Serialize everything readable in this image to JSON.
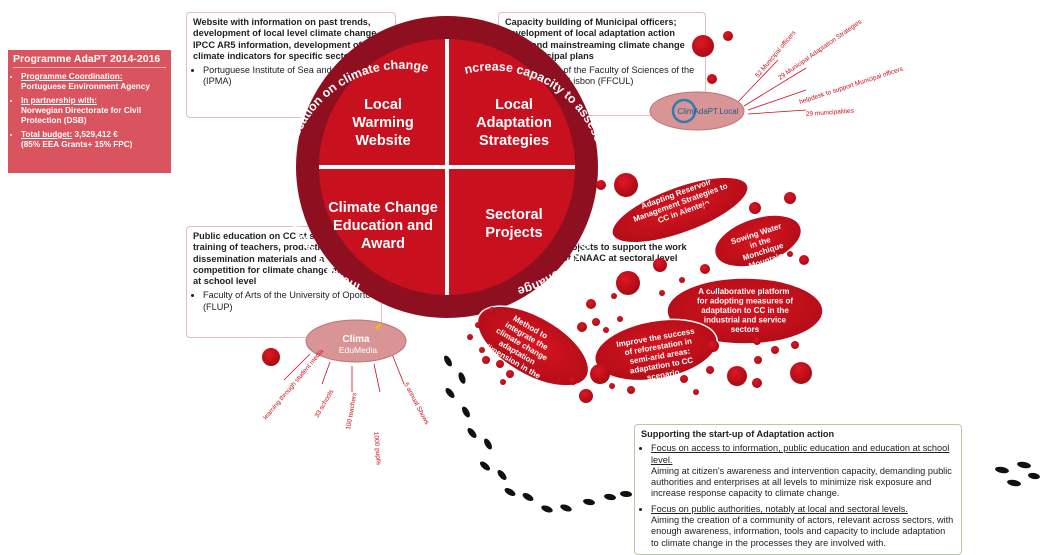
{
  "programme": {
    "title": "Programme AdaPT 2014-2016",
    "coordination_label": "Programme Coordination:",
    "coordination_value": "Portuguese Environment Agency",
    "partnership_label": "In partnership with:",
    "partnership_value": "Norwegian Directorate for Civil Protection (DSB)",
    "budget_label": "Total budget:",
    "budget_value": " 3,529,412 €",
    "budget_note": "(85% EEA Grants+ 15% FPC)"
  },
  "quadrants": {
    "q1": [
      "Local",
      "Warming",
      "Website"
    ],
    "q2": [
      "Local",
      "Adaptation",
      "Strategies"
    ],
    "q3": [
      "Climate Change",
      "Education and",
      "Award"
    ],
    "q4": [
      "Sectoral",
      "Projects"
    ]
  },
  "ring": {
    "left_text": "Increase awareness of and education on climate change",
    "right_text": "Increase capacity to assess vulnerability to climate change"
  },
  "boxes": {
    "website": {
      "title": "Website with information on past trends, development of local level climate change IPCC AR5 information, development of climate indicators for specific sectors",
      "item": "Portuguese Institute of Sea and Atmosphere (IPMA)"
    },
    "capacity": {
      "title": "Capacity building of Municipal officers; development of local adaptation action plans and mainstreaming climate change into municipal plans",
      "item": "Foundation of the Faculty of Sciences of the University of Lisbon (FFCUL)"
    },
    "education": {
      "title": "Public education on CC at school level, training of teachers, production of dissemination materials and a competition for climate change measures at school level",
      "item": "Faculty of Arts of the University of Oporto (FLUP)"
    },
    "projects": "Projects to support the work of ENAAC at sectoral level"
  },
  "climadapt": {
    "logo_text": "ClimAdaPT.Local",
    "labels": [
      "52 Municipal officers",
      "29 Municipal Adaptation Strategies",
      "helpdesk to support Municipal officers",
      "29 municipalities"
    ]
  },
  "climaedu": {
    "logo_line1": "Clima",
    "logo_line2": "EduMedia",
    "labels": [
      "learning through student media",
      "33 schools",
      "100 teachers",
      "1000 pupils",
      "5 annual Shows"
    ]
  },
  "projects_ellipses": [
    "Adapting Reservoir Management Strategies to CC in Alentejo",
    "Sowing Water in the Monchique Mountain",
    "A collaborative platform for adopting measures of adaptation to CC in the industrial and service sectors",
    "Improve the success of reforestation in semi-arid areas: adaptation to CC scenario",
    "Method to integrate the climate change adaptation dimension in the tourism sector"
  ],
  "support": {
    "title": "Supporting the start-up of Adaptation action",
    "item1_label": "Focus on access to information, public education and education at school level.",
    "item1_text": "Aiming at citizen's awareness and intervention capacity, demanding public authorities and enterprises at all levels to minimize risk exposure and increase response capacity to climate change.",
    "item2_label": "Focus on public authorities, notably at local and sectoral levels.",
    "item2_text": "Aiming the creation of a community of actors, relevant across sectors, with enough awareness, information, tools and capacity to include adaptation to climate change in the processes they are involved with."
  },
  "colors": {
    "quadrant": "#c8101e",
    "ring": "#8e1020",
    "ellipse": "#c0101b",
    "programme_box": "#d9545e",
    "logo_oval": "#d99595"
  }
}
